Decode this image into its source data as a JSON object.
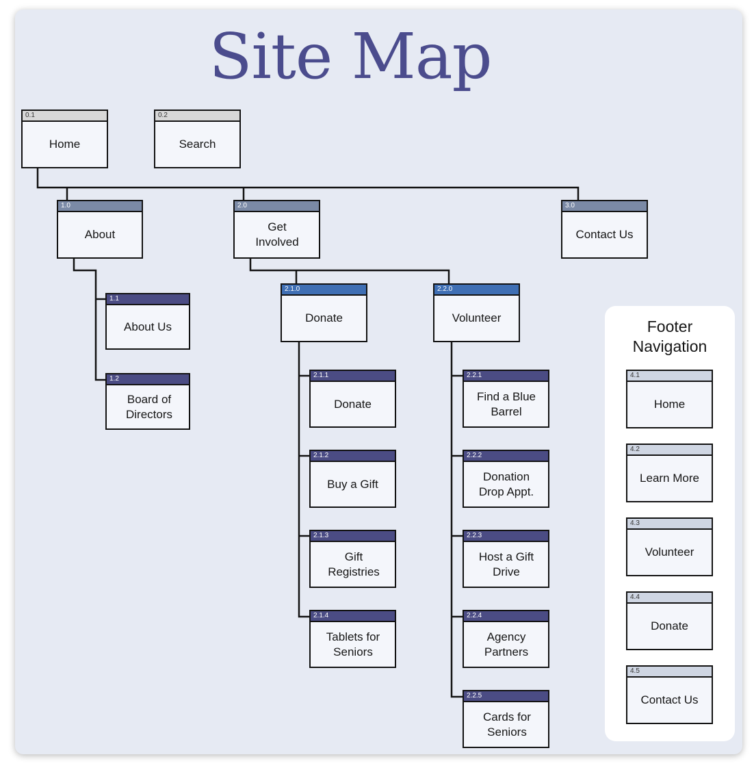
{
  "title": "Site Map",
  "colors": {
    "title": "#4b4c8d",
    "background": "#e6eaf3",
    "header_gray": "#d8d8d8",
    "header_slate": "#7b8aa6",
    "header_purple": "#4b4c84",
    "header_blue": "#3f6fb4",
    "header_light": "#cfd6e3",
    "line": "#121212"
  },
  "nodes": {
    "n0_1": {
      "id": "0.1",
      "label": "Home"
    },
    "n0_2": {
      "id": "0.2",
      "label": "Search"
    },
    "n1_0": {
      "id": "1.0",
      "label": "About"
    },
    "n2_0": {
      "id": "2.0",
      "label": "Get Involved"
    },
    "n3_0": {
      "id": "3.0",
      "label": "Contact Us"
    },
    "n1_1": {
      "id": "1.1",
      "label": "About Us"
    },
    "n1_2": {
      "id": "1.2",
      "label": "Board of Directors"
    },
    "n2_1_0": {
      "id": "2.1.0",
      "label": "Donate"
    },
    "n2_2_0": {
      "id": "2.2.0",
      "label": "Volunteer"
    },
    "n2_1_1": {
      "id": "2.1.1",
      "label": "Donate"
    },
    "n2_1_2": {
      "id": "2.1.2",
      "label": "Buy a Gift"
    },
    "n2_1_3": {
      "id": "2.1.3",
      "label": "Gift Registries"
    },
    "n2_1_4": {
      "id": "2.1.4",
      "label": "Tablets for Seniors"
    },
    "n2_2_1": {
      "id": "2.2.1",
      "label": "Find a Blue Barrel"
    },
    "n2_2_2": {
      "id": "2.2.2",
      "label": "Donation Drop Appt."
    },
    "n2_2_3": {
      "id": "2.2.3",
      "label": "Host a Gift Drive"
    },
    "n2_2_4": {
      "id": "2.2.4",
      "label": "Agency Partners"
    },
    "n2_2_5": {
      "id": "2.2.5",
      "label": "Cards for Seniors"
    }
  },
  "footer": {
    "title": "Footer Navigation",
    "items": {
      "f4_1": {
        "id": "4.1",
        "label": "Home"
      },
      "f4_2": {
        "id": "4.2",
        "label": "Learn More"
      },
      "f4_3": {
        "id": "4.3",
        "label": "Volunteer"
      },
      "f4_4": {
        "id": "4.4",
        "label": "Donate"
      },
      "f4_5": {
        "id": "4.5",
        "label": "Contact Us"
      }
    }
  }
}
